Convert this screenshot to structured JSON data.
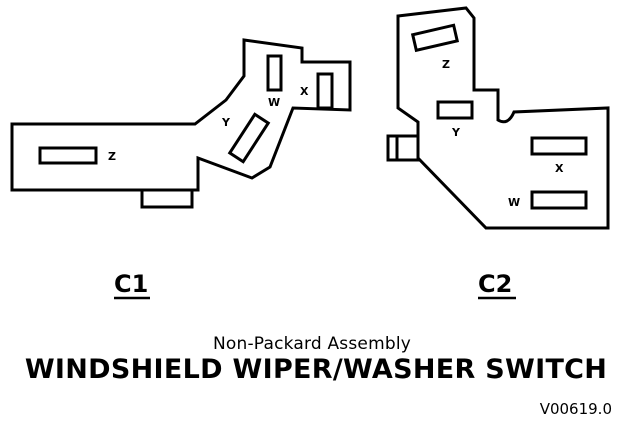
{
  "connectors": [
    {
      "label": "C1",
      "pins": {
        "z": "Z",
        "y": "Y",
        "w": "W",
        "x": "X"
      }
    },
    {
      "label": "C2",
      "pins": {
        "z": "Z",
        "y": "Y",
        "x": "X",
        "w": "W"
      }
    }
  ],
  "subtitle": "Non-Packard Assembly",
  "title": "WINDSHIELD WIPER/WASHER SWITCH",
  "figure_code": "V00619.0"
}
